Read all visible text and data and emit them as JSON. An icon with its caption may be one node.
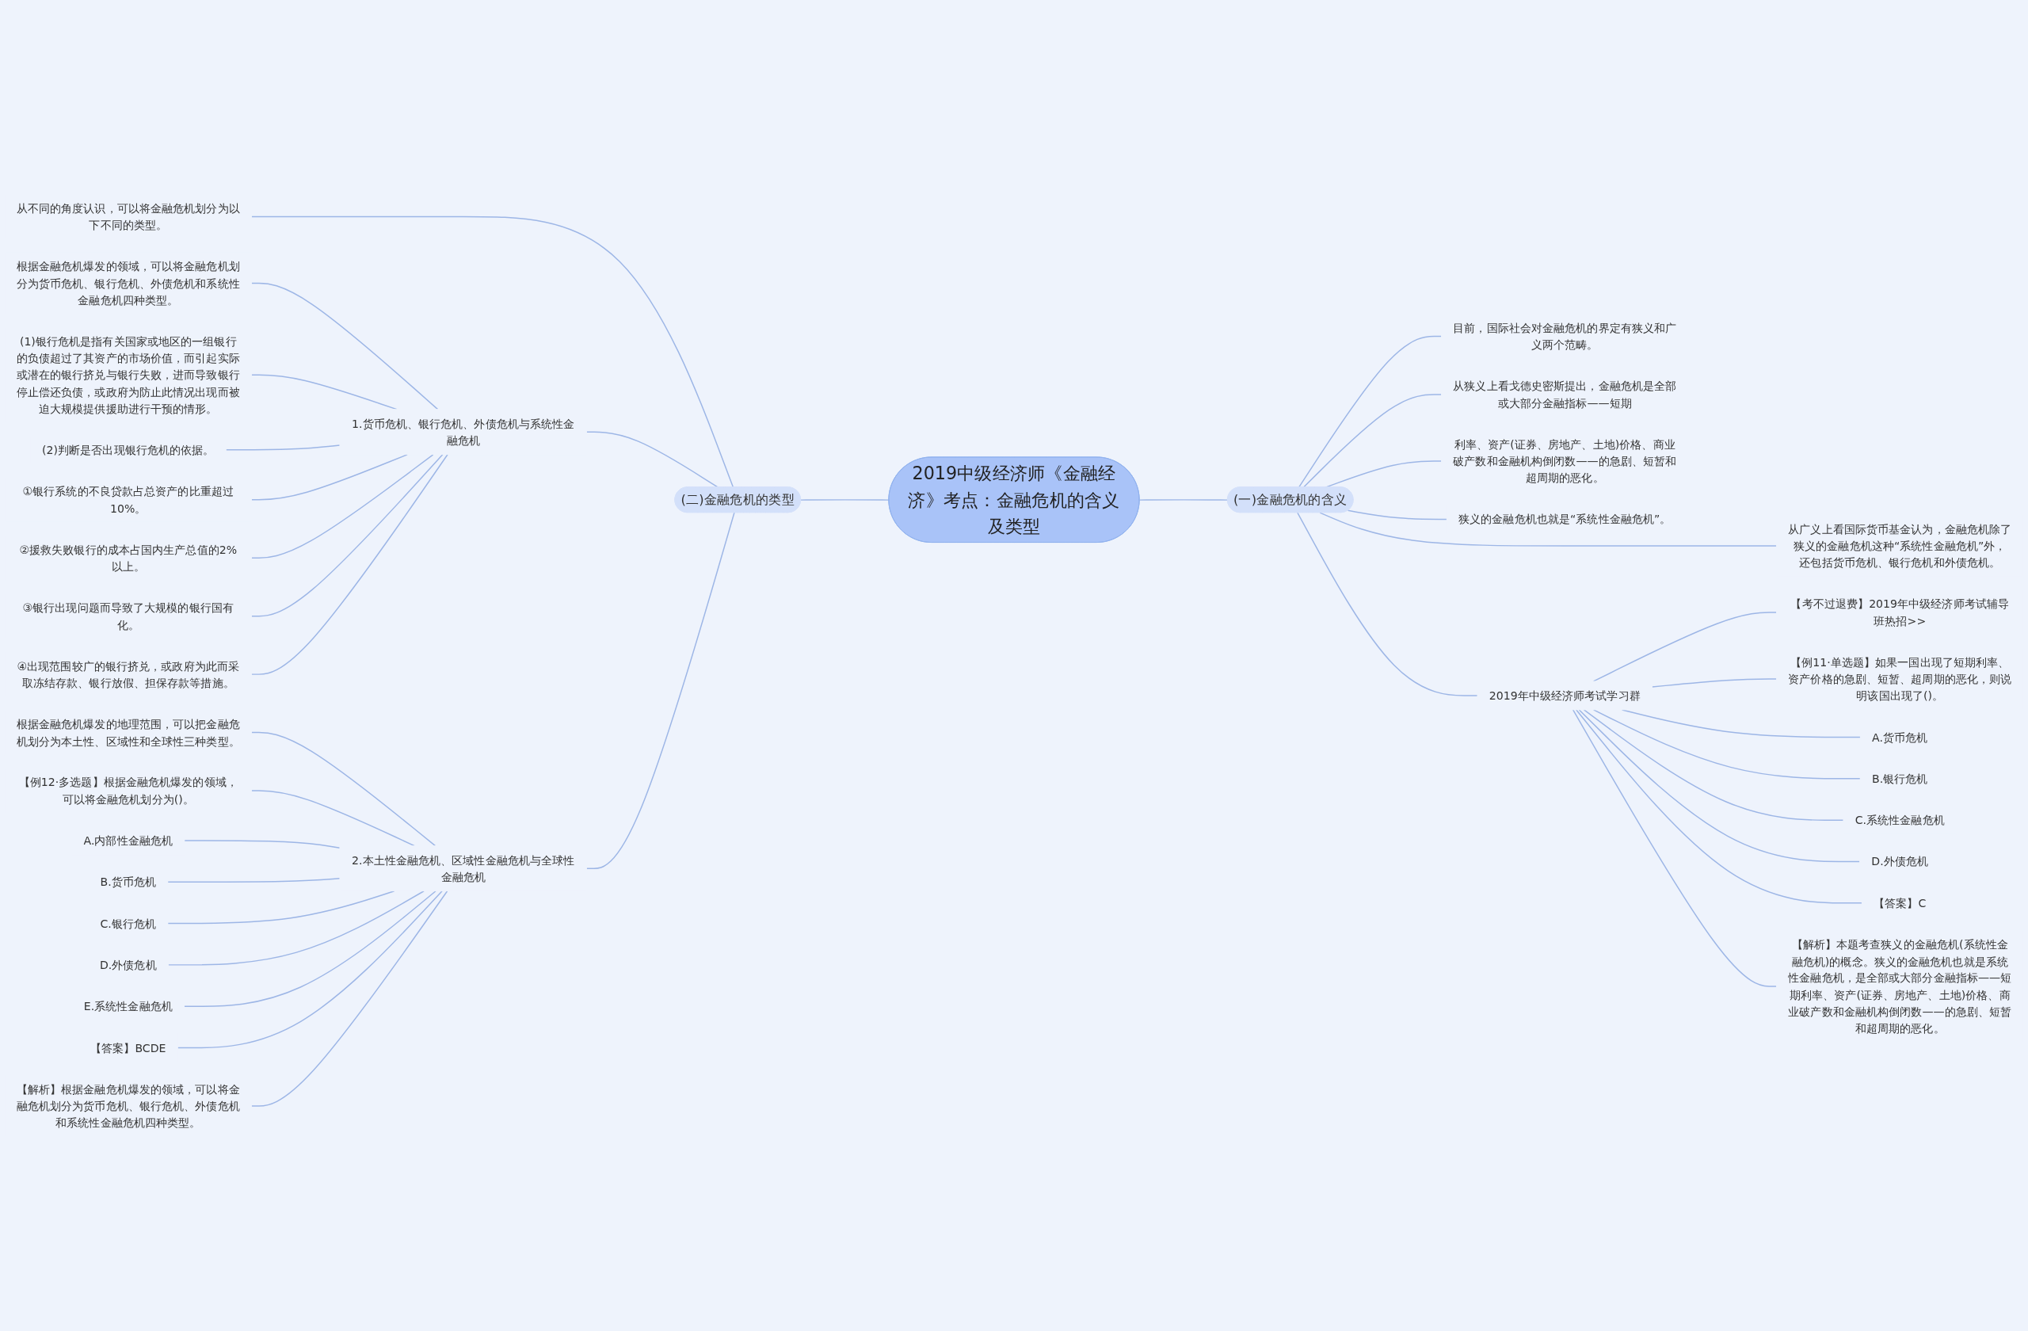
{
  "diagram": {
    "nodes": [
      {
        "text": [
          "2019中级经济师《金融经济》考点：金融危机的含义及类型"
        ]
      },
      {
        "text": [
          "(一)金融危机的含义"
        ]
      },
      {
        "text": [
          "目前，国际社会对金融危机的界定有狭义和广义两个范畴。"
        ]
      },
      {
        "text": [
          "从狭义上看戈德史密斯提出，金融危机是全部或大部分金融指标——短期"
        ]
      },
      {
        "text": [
          "利率、资产(证券、房地产、土地)价格、商业破产数和金融机构倒闭数——的急剧、短暂和超周期的恶化。"
        ]
      },
      {
        "text": [
          "狭义的金融危机也就是“系统性金融危机”。"
        ]
      },
      {
        "text": [
          "从广义上看国际货币基金认为，金融危机除了狭义的金融危机这种“系统性金融危机”外，还包括货币危机、银行危机和外债危机。"
        ]
      },
      {
        "text": [
          "2019年中级经济师考试学习群"
        ]
      },
      {
        "text": [
          "【考不过退费】2019年中级经济师考试辅导班热招>>"
        ]
      },
      {
        "text": [
          "【例11·单选题】如果一国出现了短期利率、资产价格的急剧、短暂、超周期的恶化，则说明该国出现了()。"
        ]
      },
      {
        "text": [
          "A.货币危机"
        ]
      },
      {
        "text": [
          "B.银行危机"
        ]
      },
      {
        "text": [
          "C.系统性金融危机"
        ]
      },
      {
        "text": [
          "D.外债危机"
        ]
      },
      {
        "text": [
          "【答案】C"
        ]
      },
      {
        "text": [
          "【解析】本题考查狭义的金融危机(系统性金融危机)的概念。狭义的金融危机也就是系统性金融危机，是全部或大部分金融指标——短期利率、资产(证券、房地产、土地)价格、商业破产数和金融机构倒闭数——的急剧、短暂和超周期的恶化。"
        ]
      },
      {
        "text": [
          "(二)金融危机的类型"
        ]
      },
      {
        "text": [
          "从不同的角度认识，可以将金融危机划分为以下不同的类型。"
        ]
      },
      {
        "text": [
          "1.货币危机、银行危机、外债危机与系统性金融危机"
        ]
      },
      {
        "text": [
          "根据金融危机爆发的领域，可以将金融危机划分为货币危机、银行危机、外债危机和系统性金融危机四种类型。"
        ]
      },
      {
        "text": [
          "(1)银行危机是指有关国家或地区的一组银行的负债超过了其资产的市场价值，而引起实际或潜在的银行挤兑与银行失败，进而导致银行停止偿还负债，或政府为防止此情况出现而被迫大规模提供援助进行干预的情形。"
        ]
      },
      {
        "text": [
          "(2)判断是否出现银行危机的依据。"
        ]
      },
      {
        "text": [
          "①银行系统的不良贷款占总资产的比重超过10%。"
        ]
      },
      {
        "text": [
          "②援救失败银行的成本占国内生产总值的2%以上。"
        ]
      },
      {
        "text": [
          "③银行出现问题而导致了大规模的银行国有化。"
        ]
      },
      {
        "text": [
          "④出现范围较广的银行挤兑，或政府为此而采取冻结存款、银行放假、担保存款等措施。"
        ]
      },
      {
        "text": [
          "2.本土性金融危机、区域性金融危机与全球性金融危机"
        ]
      },
      {
        "text": [
          "根据金融危机爆发的地理范围，可以把金融危机划分为本土性、区域性和全球性三种类型。"
        ]
      },
      {
        "text": [
          "【例12·多选题】根据金融危机爆发的领域，可以将金融危机划分为()。"
        ]
      },
      {
        "text": [
          "A.内部性金融危机"
        ]
      },
      {
        "text": [
          "B.货币危机"
        ]
      },
      {
        "text": [
          "C.银行危机"
        ]
      },
      {
        "text": [
          "D.外债危机"
        ]
      },
      {
        "text": [
          "E.系统性金融危机"
        ]
      },
      {
        "text": [
          "【答案】BCDE"
        ]
      },
      {
        "text": [
          "【解析】根据金融危机爆发的领域，可以将金融危机划分为货币危机、银行危机、外债危机和系统性金融危机四种类型。"
        ]
      }
    ],
    "edges": [
      {
        "from": 0,
        "to": 1,
        "arrow": "none"
      },
      {
        "from": 1,
        "to": 2,
        "arrow": "none"
      },
      {
        "from": 1,
        "to": 3,
        "arrow": "none"
      },
      {
        "from": 1,
        "to": 4,
        "arrow": "none"
      },
      {
        "from": 1,
        "to": 5,
        "arrow": "none"
      },
      {
        "from": 1,
        "to": 6,
        "arrow": "none"
      },
      {
        "from": 1,
        "to": 7,
        "arrow": "none"
      },
      {
        "from": 7,
        "to": 8,
        "arrow": "none"
      },
      {
        "from": 7,
        "to": 9,
        "arrow": "none"
      },
      {
        "from": 7,
        "to": 10,
        "arrow": "none"
      },
      {
        "from": 7,
        "to": 11,
        "arrow": "none"
      },
      {
        "from": 7,
        "to": 12,
        "arrow": "none"
      },
      {
        "from": 7,
        "to": 13,
        "arrow": "none"
      },
      {
        "from": 7,
        "to": 14,
        "arrow": "none"
      },
      {
        "from": 7,
        "to": 15,
        "arrow": "none"
      },
      {
        "from": 0,
        "to": 16,
        "arrow": "none"
      },
      {
        "from": 16,
        "to": 17,
        "arrow": "none"
      },
      {
        "from": 16,
        "to": 18,
        "arrow": "none"
      },
      {
        "from": 18,
        "to": 19,
        "arrow": "none"
      },
      {
        "from": 18,
        "to": 20,
        "arrow": "none"
      },
      {
        "from": 18,
        "to": 21,
        "arrow": "none"
      },
      {
        "from": 18,
        "to": 22,
        "arrow": "none"
      },
      {
        "from": 18,
        "to": 23,
        "arrow": "none"
      },
      {
        "from": 18,
        "to": 24,
        "arrow": "none"
      },
      {
        "from": 18,
        "to": 25,
        "arrow": "none"
      },
      {
        "from": 16,
        "to": 26,
        "arrow": "none"
      },
      {
        "from": 26,
        "to": 27,
        "arrow": "none"
      },
      {
        "from": 26,
        "to": 28,
        "arrow": "none"
      },
      {
        "from": 26,
        "to": 29,
        "arrow": "none"
      },
      {
        "from": 26,
        "to": 30,
        "arrow": "none"
      },
      {
        "from": 26,
        "to": 31,
        "arrow": "none"
      },
      {
        "from": 26,
        "to": 32,
        "arrow": "none"
      },
      {
        "from": 26,
        "to": 33,
        "arrow": "none"
      },
      {
        "from": 26,
        "to": 34,
        "arrow": "none"
      },
      {
        "from": 26,
        "to": 35,
        "arrow": "none"
      }
    ]
  }
}
